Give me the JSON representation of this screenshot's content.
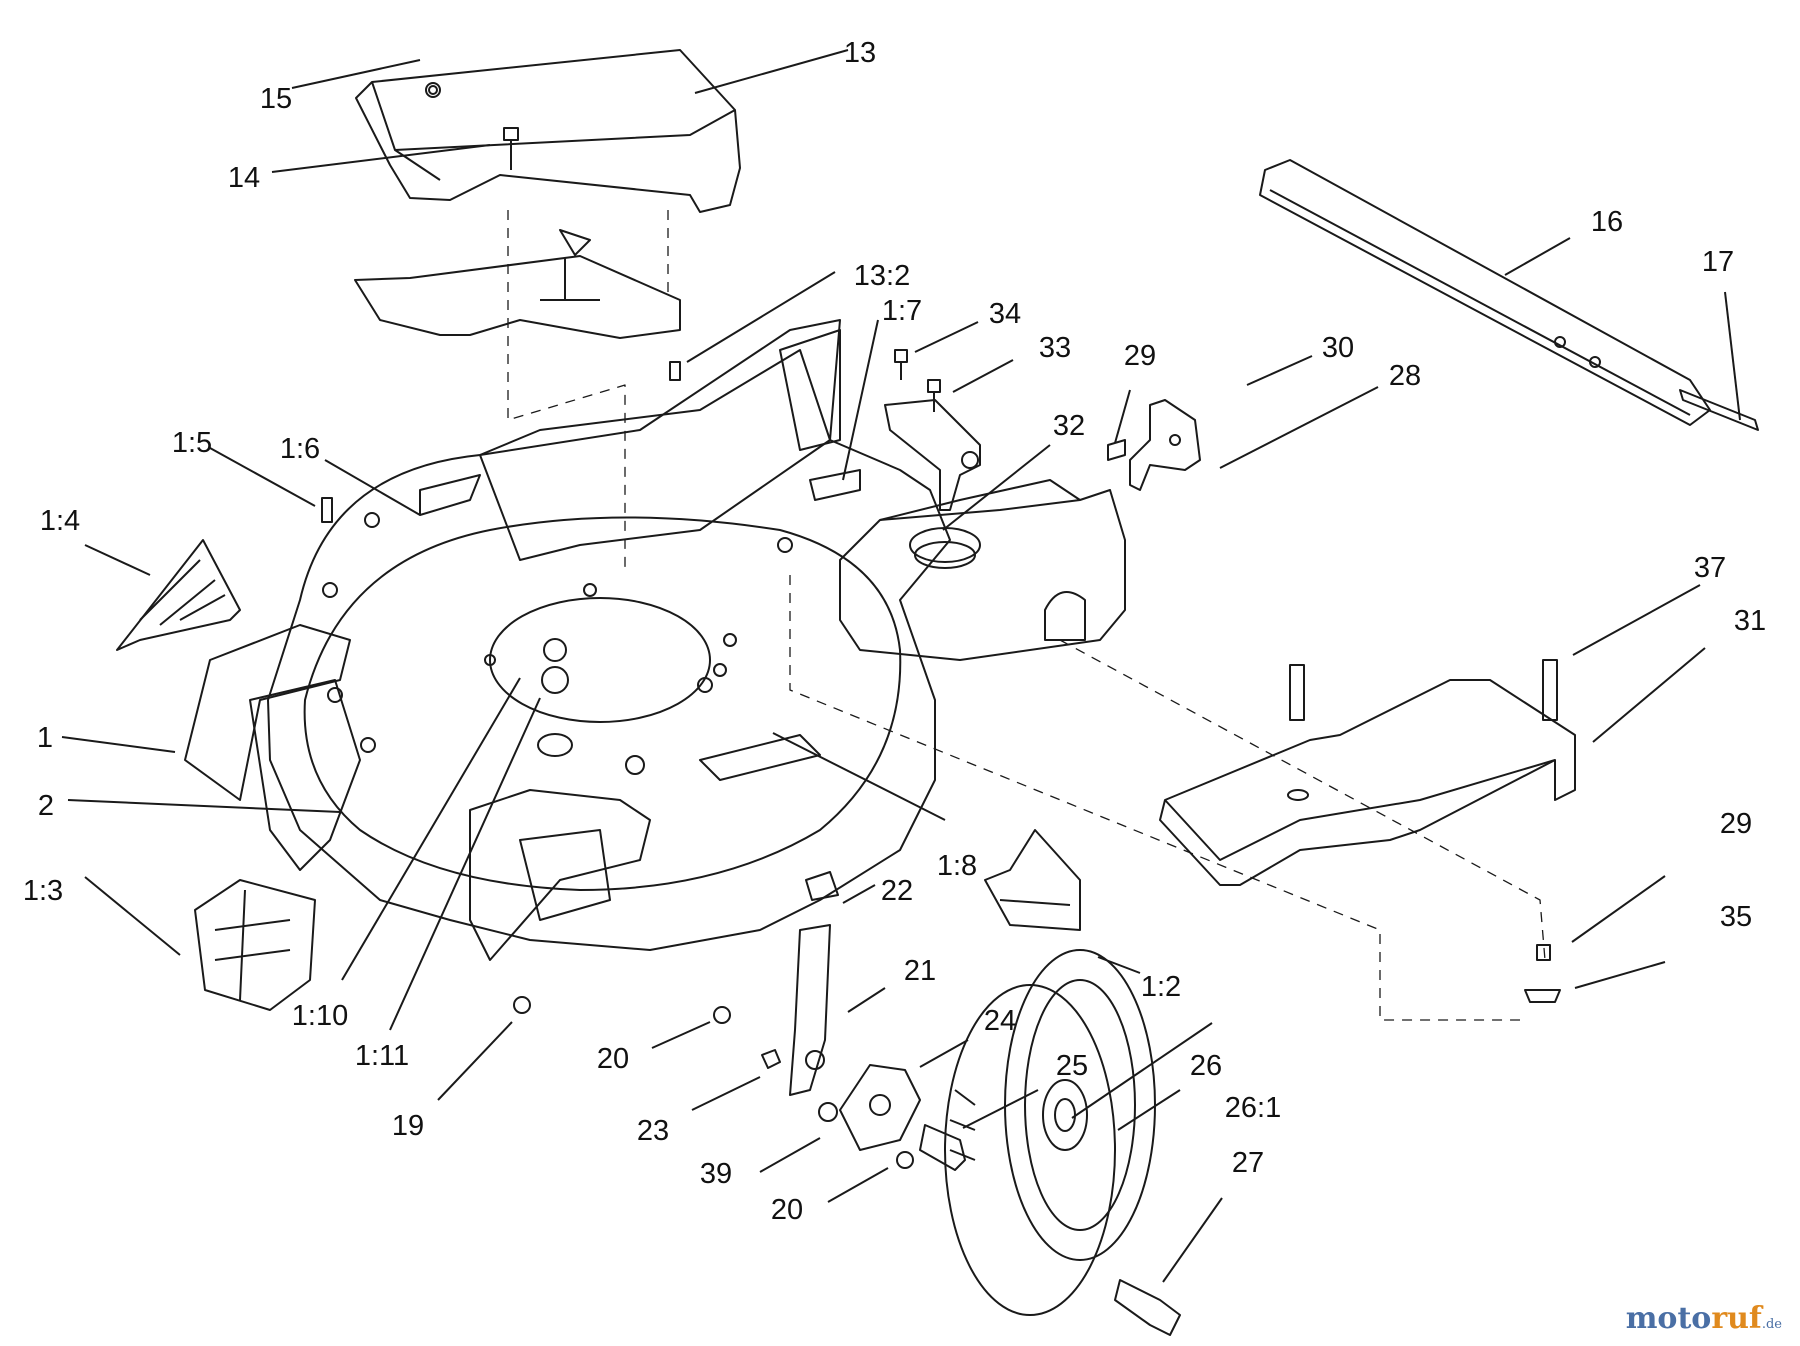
{
  "labels": [
    {
      "text": "15"
    },
    {
      "text": "13"
    },
    {
      "text": "14"
    },
    {
      "text": "13:2"
    },
    {
      "text": "1:7"
    },
    {
      "text": "34"
    },
    {
      "text": "33"
    },
    {
      "text": "29"
    },
    {
      "text": "30"
    },
    {
      "text": "28"
    },
    {
      "text": "16"
    },
    {
      "text": "17"
    },
    {
      "text": "32"
    },
    {
      "text": "1:5"
    },
    {
      "text": "1:6"
    },
    {
      "text": "1:4"
    },
    {
      "text": "37"
    },
    {
      "text": "31"
    },
    {
      "text": "1"
    },
    {
      "text": "2"
    },
    {
      "text": "1:8"
    },
    {
      "text": "1:3"
    },
    {
      "text": "22"
    },
    {
      "text": "29"
    },
    {
      "text": "35"
    },
    {
      "text": "21"
    },
    {
      "text": "1:2"
    },
    {
      "text": "1:10"
    },
    {
      "text": "1:11"
    },
    {
      "text": "24"
    },
    {
      "text": "20"
    },
    {
      "text": "25"
    },
    {
      "text": "26"
    },
    {
      "text": "19"
    },
    {
      "text": "26:1"
    },
    {
      "text": "23"
    },
    {
      "text": "27"
    },
    {
      "text": "39"
    },
    {
      "text": "20"
    }
  ],
  "watermark": {
    "brand_a": "moto",
    "brand_b": "ruf",
    "suffix": ".de"
  }
}
